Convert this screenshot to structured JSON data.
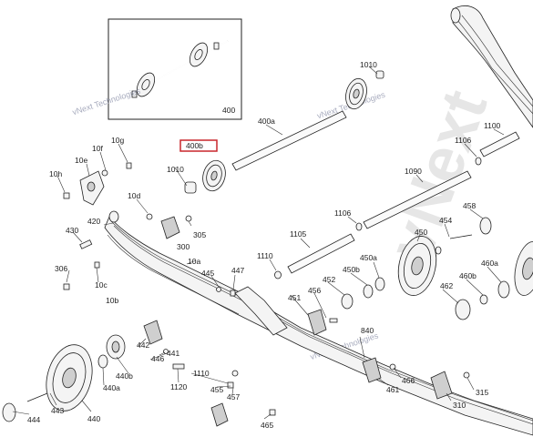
{
  "inset_label": "400",
  "highlight_label": "400b",
  "watermarks": [
    "vNext Technologies",
    "vNext Technologies",
    "vNext Technologies"
  ],
  "labels": {
    "l1010a": "1010",
    "l1010b": "1010",
    "l400a": "400a",
    "l1100": "1100",
    "l1106a": "1106",
    "l1106b": "1106",
    "l1090": "1090",
    "l1105": "1105",
    "l1110a": "1110",
    "l1110b": "1110",
    "l10g": "10g",
    "l10f": "10f",
    "l10e": "10e",
    "l10h": "10h",
    "l10d": "10d",
    "l420": "420",
    "l430": "430",
    "l305": "305",
    "l300": "300",
    "l306": "306",
    "l10a": "10a",
    "l10c": "10c",
    "l10b": "10b",
    "l445": "445",
    "l447": "447",
    "l458": "458",
    "l454": "454",
    "l450": "450",
    "l450a": "450a",
    "l452": "452",
    "l450b": "450b",
    "l460a": "460a",
    "l460b": "460b",
    "l462": "462",
    "l456": "456",
    "l451": "451",
    "l840": "840",
    "l441": "441",
    "l442": "442",
    "l440b": "440b",
    "l446": "446",
    "l440a": "440a",
    "l1120": "1120",
    "l455": "455",
    "l457": "457",
    "l443": "443",
    "l440": "440",
    "l444": "444",
    "l466": "466",
    "l461": "461",
    "l315": "315",
    "l310": "310",
    "l465": "465"
  }
}
